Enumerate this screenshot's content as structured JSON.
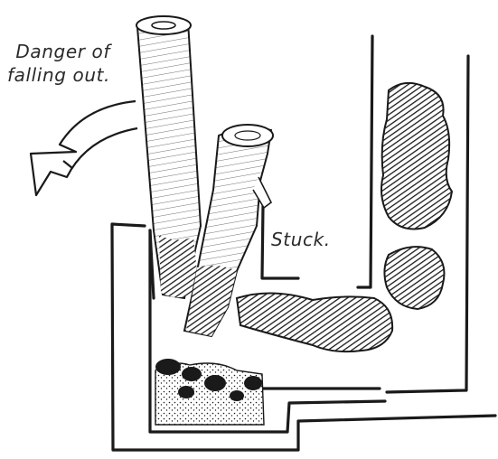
{
  "annotations": {
    "danger_line1": "Danger of",
    "danger_line2": "falling out.",
    "stuck": "Stuck."
  },
  "colors": {
    "ink": "#1a1a1a",
    "label": "#2a2a2a",
    "background": "#ffffff"
  }
}
